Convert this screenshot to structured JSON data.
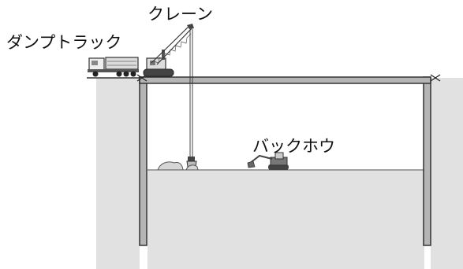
{
  "labels": {
    "crane": "クレーン",
    "dump_truck": "ダンプトラック",
    "backhoe": "バックホウ"
  },
  "colors": {
    "ground": "#e1e1e1",
    "wall": "#b5b5b5",
    "outline": "#333333",
    "machine": "#444444",
    "rock": "#d6d6d6"
  }
}
